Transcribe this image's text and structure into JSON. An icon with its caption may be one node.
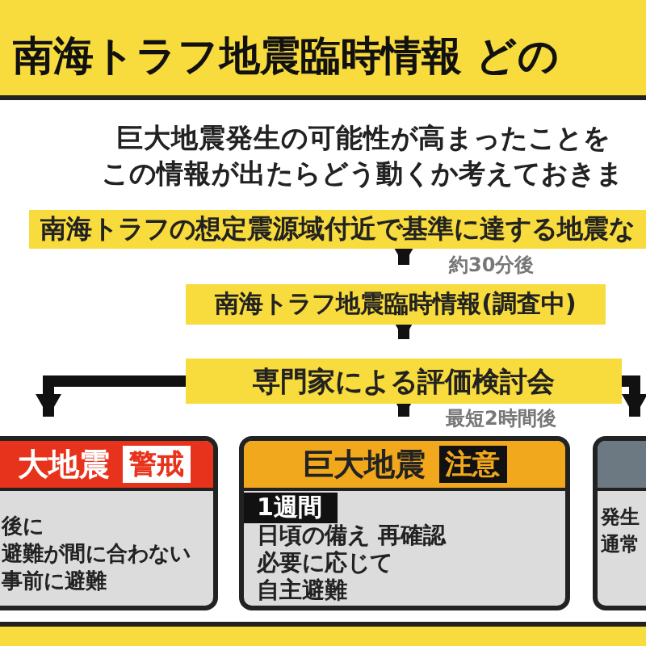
{
  "diagram": {
    "title": "南海トラフ地震臨時情報 どの",
    "nodes": [
      {
        "text": [
          "南海トラフの想定震源域付近で基準に達する地震な"
        ]
      },
      {
        "text": [
          "南海トラフ地震臨時情報(調査中)"
        ]
      },
      {
        "text": [
          "専門家による評価検討会"
        ]
      },
      {
        "text": [
          "大地震",
          "警戒",
          "後に",
          "避難が間に合わない",
          "事前に避難"
        ]
      },
      {
        "text": [
          "巨大地震",
          "注意",
          "1週間",
          "日頃の備え 再確認",
          "必要に応じて",
          "自主避難"
        ]
      },
      {
        "text": [
          "発生",
          "通常"
        ]
      }
    ],
    "edges": [
      {
        "from": 0,
        "to": 1,
        "arrow": "to",
        "label": "約30分後"
      },
      {
        "from": 1,
        "to": 2,
        "arrow": "to"
      },
      {
        "from": 2,
        "to": 3,
        "arrow": "to"
      },
      {
        "from": 2,
        "to": 4,
        "arrow": "to",
        "label": "最短2時間後"
      },
      {
        "from": 2,
        "to": 5,
        "arrow": "to"
      }
    ],
    "labels": [
      "巨大地震発生の可能性が高まったことを",
      "この情報が出たらどう動くか考えておきま"
    ]
  }
}
